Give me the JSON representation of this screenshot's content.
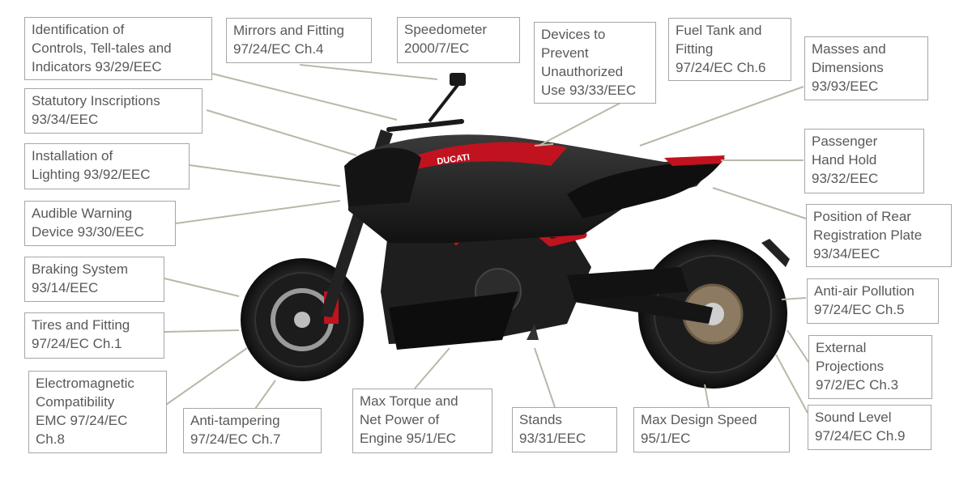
{
  "callouts": [
    {
      "id": "controls",
      "lines": [
        "Identification of",
        "Controls, Tell-tales and",
        "Indicators 93/29/EEC"
      ]
    },
    {
      "id": "mirrors",
      "lines": [
        "Mirrors and Fitting",
        "97/24/EC Ch.4"
      ]
    },
    {
      "id": "speedometer",
      "lines": [
        "Speedometer",
        "2000/7/EC"
      ]
    },
    {
      "id": "unauthorized",
      "lines": [
        "Devices to",
        "Prevent",
        "Unauthorized",
        "Use 93/33/EEC"
      ]
    },
    {
      "id": "fueltank",
      "lines": [
        "Fuel Tank and",
        "Fitting",
        "97/24/EC Ch.6"
      ]
    },
    {
      "id": "masses",
      "lines": [
        "Masses and",
        "Dimensions",
        "93/93/EEC"
      ]
    },
    {
      "id": "statutory",
      "lines": [
        "Statutory Inscriptions",
        "93/34/EEC"
      ]
    },
    {
      "id": "lighting",
      "lines": [
        "Installation of",
        "Lighting 93/92/EEC"
      ]
    },
    {
      "id": "passenger",
      "lines": [
        "Passenger",
        "Hand Hold",
        "93/32/EEC"
      ]
    },
    {
      "id": "audible",
      "lines": [
        "Audible Warning",
        "Device 93/30/EEC"
      ]
    },
    {
      "id": "rearplate",
      "lines": [
        "Position of Rear",
        "Registration Plate",
        "93/34/EEC"
      ]
    },
    {
      "id": "braking",
      "lines": [
        "Braking System",
        "93/14/EEC"
      ]
    },
    {
      "id": "antiair",
      "lines": [
        "Anti-air Pollution",
        "97/24/EC Ch.5"
      ]
    },
    {
      "id": "tires",
      "lines": [
        "Tires and Fitting",
        "97/24/EC Ch.1"
      ]
    },
    {
      "id": "external",
      "lines": [
        "External",
        "Projections",
        "97/2/EC Ch.3"
      ]
    },
    {
      "id": "emc",
      "lines": [
        "Electromagnetic",
        "Compatibility",
        "EMC 97/24/EC",
        "Ch.8"
      ]
    },
    {
      "id": "antitamper",
      "lines": [
        "Anti-tampering",
        "97/24/EC Ch.7"
      ]
    },
    {
      "id": "torque",
      "lines": [
        "Max Torque and",
        "Net Power of",
        "Engine 95/1/EC"
      ]
    },
    {
      "id": "stands",
      "lines": [
        "Stands",
        "93/31/EEC"
      ]
    },
    {
      "id": "maxspeed",
      "lines": [
        "Max Design Speed",
        "95/1/EC"
      ]
    },
    {
      "id": "sound",
      "lines": [
        "Sound Level",
        "97/24/EC Ch.9"
      ]
    }
  ],
  "brand_text": "DUCATI",
  "colors": {
    "box_border": "#a6a6a6",
    "text": "#595959",
    "leader": "#b8b8a8",
    "bike_red": "#c1121f",
    "bike_black": "#1a1a1a"
  }
}
